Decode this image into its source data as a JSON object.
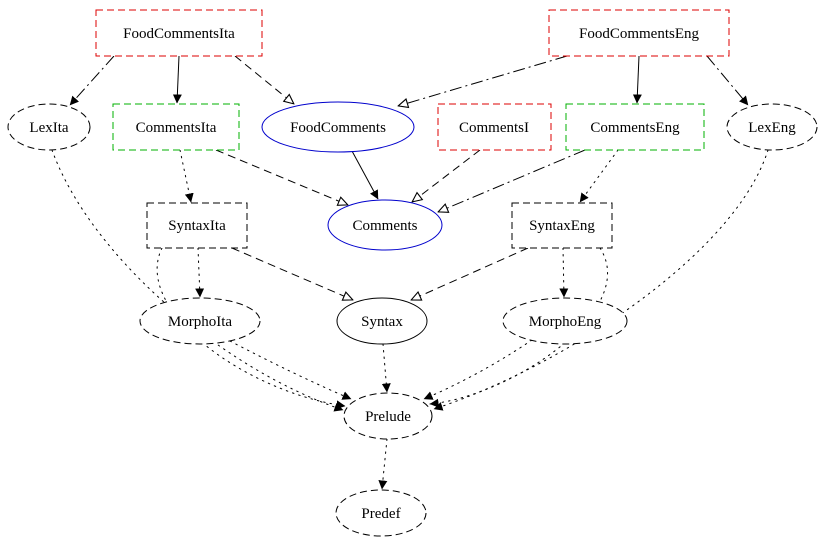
{
  "diagram": {
    "type": "module-dependency-graph",
    "background": "#ffffff",
    "nodes": {
      "food_comments_ita": {
        "label": "FoodCommentsIta",
        "shape": "rect",
        "border": "dashed",
        "color": "#dd0000"
      },
      "food_comments_eng": {
        "label": "FoodCommentsEng",
        "shape": "rect",
        "border": "dashed",
        "color": "#dd0000"
      },
      "lex_ita": {
        "label": "LexIta",
        "shape": "ellipse",
        "border": "dashed",
        "color": "#000000"
      },
      "comments_ita": {
        "label": "CommentsIta",
        "shape": "rect",
        "border": "dashed",
        "color": "#00b000"
      },
      "food_comments": {
        "label": "FoodComments",
        "shape": "ellipse",
        "border": "solid",
        "color": "#0000cc"
      },
      "comments_i": {
        "label": "CommentsI",
        "shape": "rect",
        "border": "dashed",
        "color": "#dd0000"
      },
      "comments_eng": {
        "label": "CommentsEng",
        "shape": "rect",
        "border": "dashed",
        "color": "#00b000"
      },
      "lex_eng": {
        "label": "LexEng",
        "shape": "ellipse",
        "border": "dashed",
        "color": "#000000"
      },
      "syntax_ita": {
        "label": "SyntaxIta",
        "shape": "rect",
        "border": "dashed",
        "color": "#000000"
      },
      "comments": {
        "label": "Comments",
        "shape": "ellipse",
        "border": "solid",
        "color": "#0000cc"
      },
      "syntax_eng": {
        "label": "SyntaxEng",
        "shape": "rect",
        "border": "dashed",
        "color": "#000000"
      },
      "morpho_ita": {
        "label": "MorphoIta",
        "shape": "ellipse",
        "border": "dashed",
        "color": "#000000"
      },
      "syntax": {
        "label": "Syntax",
        "shape": "ellipse",
        "border": "solid",
        "color": "#000000"
      },
      "morpho_eng": {
        "label": "MorphoEng",
        "shape": "ellipse",
        "border": "dashed",
        "color": "#000000"
      },
      "prelude": {
        "label": "Prelude",
        "shape": "ellipse",
        "border": "dashed",
        "color": "#000000"
      },
      "predef": {
        "label": "Predef",
        "shape": "ellipse",
        "border": "dashed",
        "color": "#000000"
      }
    },
    "edges": [
      {
        "from": "FoodCommentsIta",
        "to": "CommentsIta",
        "line": "solid",
        "arrowhead": "filled"
      },
      {
        "from": "FoodCommentsIta",
        "to": "FoodComments",
        "line": "dashed",
        "arrowhead": "open"
      },
      {
        "from": "FoodCommentsIta",
        "to": "LexIta",
        "line": "dashdot",
        "arrowhead": "filled"
      },
      {
        "from": "FoodCommentsEng",
        "to": "CommentsEng",
        "line": "solid",
        "arrowhead": "filled"
      },
      {
        "from": "FoodCommentsEng",
        "to": "FoodComments",
        "line": "dashdot",
        "arrowhead": "open"
      },
      {
        "from": "FoodCommentsEng",
        "to": "LexEng",
        "line": "dashdot",
        "arrowhead": "filled"
      },
      {
        "from": "FoodComments",
        "to": "Comments",
        "line": "solid",
        "arrowhead": "filled"
      },
      {
        "from": "CommentsIta",
        "to": "Comments",
        "line": "dashed",
        "arrowhead": "open"
      },
      {
        "from": "CommentsI",
        "to": "Comments",
        "line": "dashed",
        "arrowhead": "open"
      },
      {
        "from": "CommentsEng",
        "to": "Comments",
        "line": "dashdot",
        "arrowhead": "open"
      },
      {
        "from": "CommentsIta",
        "to": "SyntaxIta",
        "line": "dotted",
        "arrowhead": "filled"
      },
      {
        "from": "CommentsEng",
        "to": "SyntaxEng",
        "line": "dotted",
        "arrowhead": "filled"
      },
      {
        "from": "SyntaxIta",
        "to": "Syntax",
        "line": "dashed",
        "arrowhead": "open"
      },
      {
        "from": "SyntaxEng",
        "to": "Syntax",
        "line": "dashed",
        "arrowhead": "open"
      },
      {
        "from": "SyntaxIta",
        "to": "MorphoIta",
        "line": "dotted",
        "arrowhead": "filled"
      },
      {
        "from": "SyntaxEng",
        "to": "MorphoEng",
        "line": "dotted",
        "arrowhead": "filled"
      },
      {
        "from": "SyntaxIta",
        "to": "Prelude",
        "line": "dotted",
        "arrowhead": "filled"
      },
      {
        "from": "SyntaxEng",
        "to": "Prelude",
        "line": "dotted",
        "arrowhead": "filled"
      },
      {
        "from": "MorphoIta",
        "to": "Prelude",
        "line": "dotted",
        "arrowhead": "filled"
      },
      {
        "from": "MorphoEng",
        "to": "Prelude",
        "line": "dotted",
        "arrowhead": "filled"
      },
      {
        "from": "Syntax",
        "to": "Prelude",
        "line": "dotted",
        "arrowhead": "filled"
      },
      {
        "from": "LexIta",
        "to": "Prelude",
        "line": "dotted",
        "arrowhead": "filled"
      },
      {
        "from": "LexEng",
        "to": "Prelude",
        "line": "dotted",
        "arrowhead": "filled"
      },
      {
        "from": "Prelude",
        "to": "Predef",
        "line": "dotted",
        "arrowhead": "filled"
      }
    ]
  }
}
